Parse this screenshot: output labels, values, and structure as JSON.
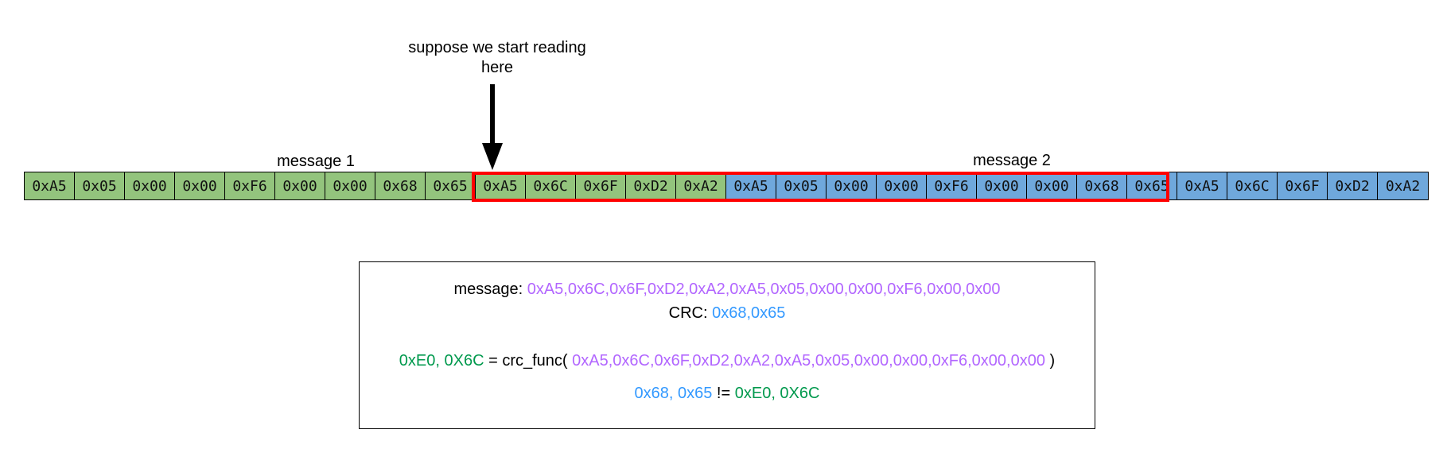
{
  "annotations": {
    "start_note": "suppose we start reading here",
    "message1_label": "message 1",
    "message2_label": "message 2"
  },
  "bytes": [
    {
      "value": "0xA5",
      "group": "message 1"
    },
    {
      "value": "0x05",
      "group": "message 1"
    },
    {
      "value": "0x00",
      "group": "message 1"
    },
    {
      "value": "0x00",
      "group": "message 1"
    },
    {
      "value": "0xF6",
      "group": "message 1"
    },
    {
      "value": "0x00",
      "group": "message 1"
    },
    {
      "value": "0x00",
      "group": "message 1"
    },
    {
      "value": "0x68",
      "group": "message 1"
    },
    {
      "value": "0x65",
      "group": "message 1"
    },
    {
      "value": "0xA5",
      "group": "message 1",
      "in_read_window": true
    },
    {
      "value": "0x6C",
      "group": "message 1",
      "in_read_window": true
    },
    {
      "value": "0x6F",
      "group": "message 1",
      "in_read_window": true
    },
    {
      "value": "0xD2",
      "group": "message 1",
      "in_read_window": true
    },
    {
      "value": "0xA2",
      "group": "message 1",
      "in_read_window": true
    },
    {
      "value": "0xA5",
      "group": "message 2",
      "in_read_window": true
    },
    {
      "value": "0x05",
      "group": "message 2",
      "in_read_window": true
    },
    {
      "value": "0x00",
      "group": "message 2",
      "in_read_window": true
    },
    {
      "value": "0x00",
      "group": "message 2",
      "in_read_window": true
    },
    {
      "value": "0xF6",
      "group": "message 2",
      "in_read_window": true
    },
    {
      "value": "0x00",
      "group": "message 2",
      "in_read_window": true
    },
    {
      "value": "0x00",
      "group": "message 2",
      "in_read_window": true
    },
    {
      "value": "0x68",
      "group": "message 2",
      "in_read_window": true
    },
    {
      "value": "0x65",
      "group": "message 2",
      "in_read_window": true
    },
    {
      "value": "0xA5",
      "group": "message 2"
    },
    {
      "value": "0x6C",
      "group": "message 2"
    },
    {
      "value": "0x6F",
      "group": "message 2"
    },
    {
      "value": "0xD2",
      "group": "message 2"
    },
    {
      "value": "0xA2",
      "group": "message 2"
    }
  ],
  "info": {
    "message_label": "message: ",
    "message_value": "0xA5,0x6C,0x6F,0xD2,0xA2,0xA5,0x05,0x00,0x00,0xF6,0x00,0x00",
    "crc_label": "CRC: ",
    "crc_value": "0x68,0x65",
    "computed_value": "0xE0, 0X6C",
    "assign_text": " = crc_func( ",
    "func_arg": "0xA5,0x6C,0x6F,0xD2,0xA2,0xA5,0x05,0x00,0x00,0xF6,0x00,0x00",
    "func_close": " )",
    "compare_left": "0x68, 0x65",
    "compare_op": " != ",
    "compare_right": "0xE0, 0X6C"
  },
  "colors": {
    "message1_fill": "#93c47d",
    "message2_fill": "#6fa8dc",
    "read_window_border": "#ff0000",
    "message_text": "#b266ff",
    "crc_text": "#3399ff",
    "computed_text": "#00994d"
  }
}
